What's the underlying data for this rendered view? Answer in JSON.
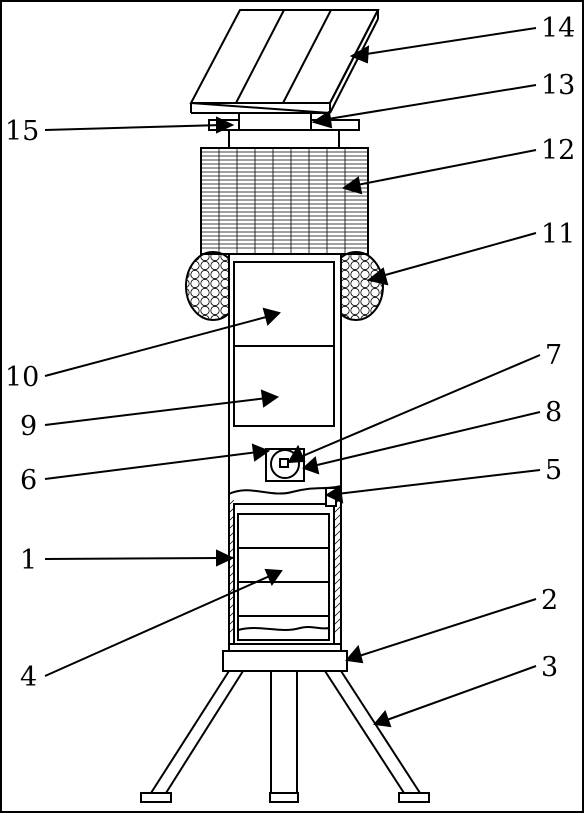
{
  "figure": {
    "description_free": true,
    "labels": [
      {
        "id": "1",
        "text": "1"
      },
      {
        "id": "2",
        "text": "2"
      },
      {
        "id": "3",
        "text": "3"
      },
      {
        "id": "4",
        "text": "4"
      },
      {
        "id": "5",
        "text": "5"
      },
      {
        "id": "6",
        "text": "6"
      },
      {
        "id": "7",
        "text": "7"
      },
      {
        "id": "8",
        "text": "8"
      },
      {
        "id": "9",
        "text": "9"
      },
      {
        "id": "10",
        "text": "10"
      },
      {
        "id": "11",
        "text": "11"
      },
      {
        "id": "12",
        "text": "12"
      },
      {
        "id": "13",
        "text": "13"
      },
      {
        "id": "14",
        "text": "14"
      },
      {
        "id": "15",
        "text": "15"
      }
    ],
    "colors": {
      "line": "#000000",
      "background": "#ffffff"
    }
  }
}
